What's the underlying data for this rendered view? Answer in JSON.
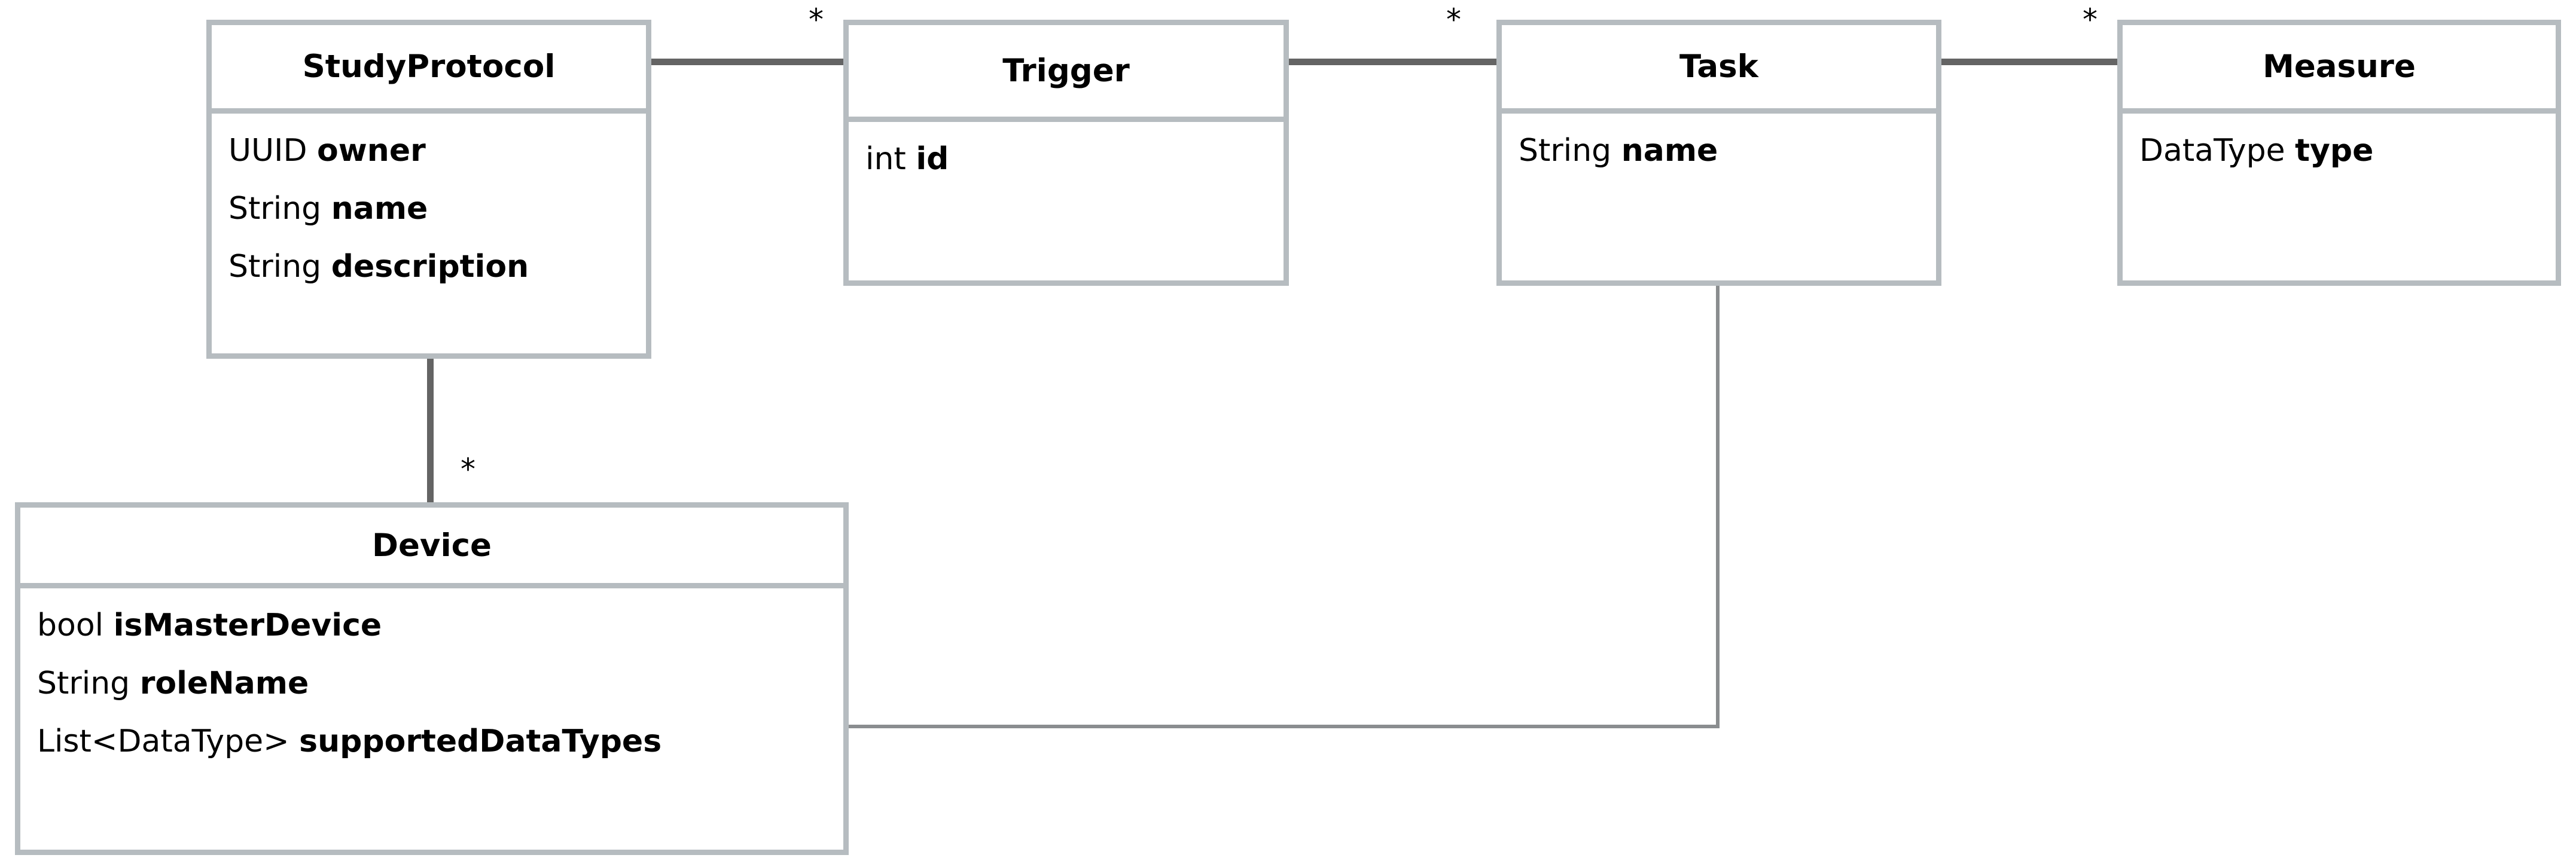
{
  "diagram": {
    "type": "uml-class-diagram",
    "background_color": "#ffffff",
    "box_border_color": "#b6bcc0",
    "connector_color": "#646464",
    "thin_connector_color": "#8a8d8f",
    "classes": [
      {
        "id": "study-protocol",
        "name": "StudyProtocol",
        "attributes": [
          {
            "type": "UUID",
            "name": "owner"
          },
          {
            "type": "String",
            "name": "name"
          },
          {
            "type": "String",
            "name": "description"
          }
        ]
      },
      {
        "id": "trigger",
        "name": "Trigger",
        "attributes": [
          {
            "type": "int",
            "name": "id"
          }
        ]
      },
      {
        "id": "task",
        "name": "Task",
        "attributes": [
          {
            "type": "String",
            "name": "name"
          }
        ]
      },
      {
        "id": "measure",
        "name": "Measure",
        "attributes": [
          {
            "type": "DataType",
            "name": "type"
          }
        ]
      },
      {
        "id": "device",
        "name": "Device",
        "attributes": [
          {
            "type": "bool",
            "name": "isMasterDevice"
          },
          {
            "type": "String",
            "name": "roleName"
          },
          {
            "type": "List<DataType>",
            "name": "supportedDataTypes"
          }
        ]
      }
    ],
    "associations": [
      {
        "id": "protocol-trigger",
        "from": "study-protocol",
        "to": "trigger",
        "multiplicity": "*"
      },
      {
        "id": "trigger-task",
        "from": "trigger",
        "to": "task",
        "multiplicity": "*"
      },
      {
        "id": "task-measure",
        "from": "task",
        "to": "measure",
        "multiplicity": "*"
      },
      {
        "id": "protocol-device",
        "from": "study-protocol",
        "to": "device",
        "multiplicity": "*"
      },
      {
        "id": "task-device",
        "from": "task",
        "to": "device",
        "multiplicity": ""
      }
    ]
  }
}
